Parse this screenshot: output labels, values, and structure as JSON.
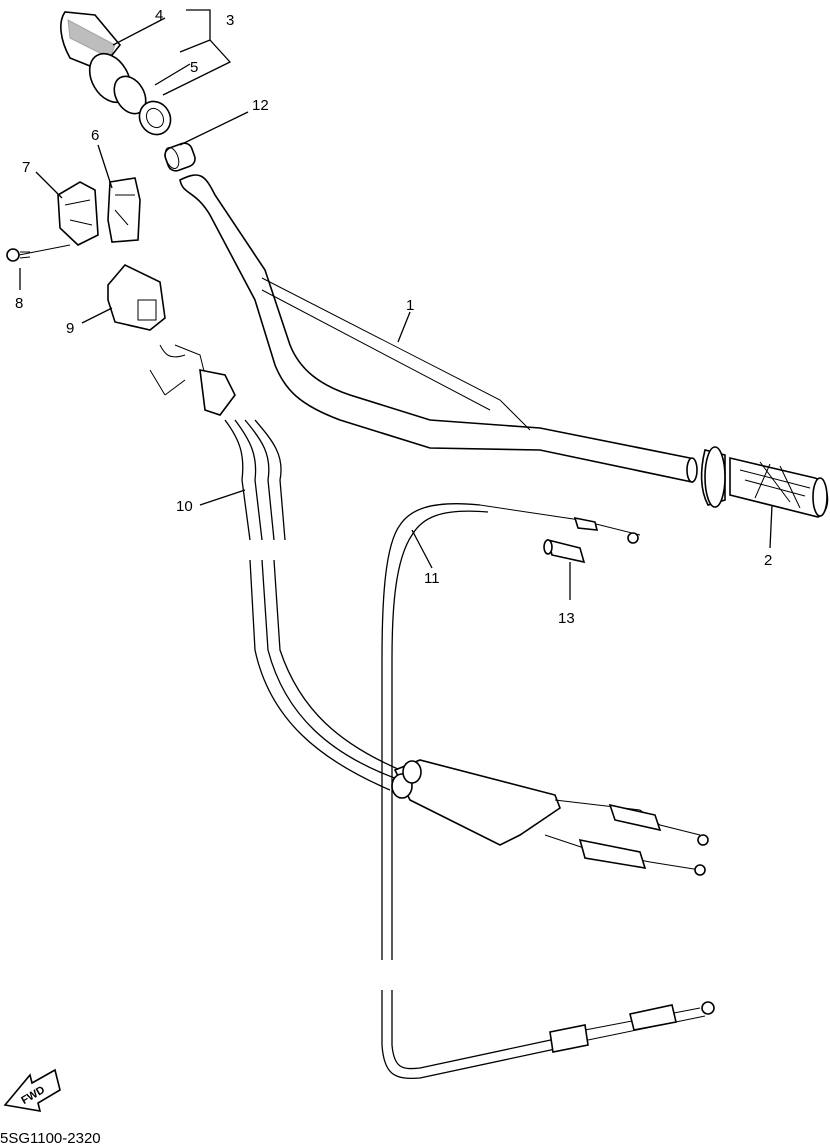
{
  "callouts": [
    "1",
    "2",
    "3",
    "4",
    "5",
    "6",
    "7",
    "8",
    "9",
    "10",
    "11",
    "12",
    "13"
  ],
  "fwd_label": "FWD",
  "diagram_code": "5SG1100-2320"
}
